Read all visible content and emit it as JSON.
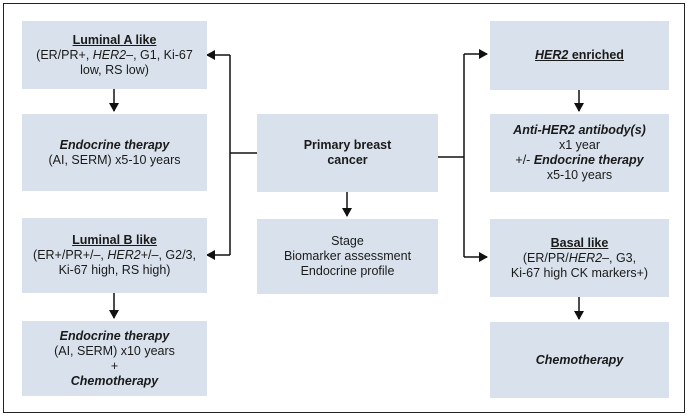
{
  "center": {
    "primary_l1": "Primary breast",
    "primary_l2": "cancer",
    "stage": "Stage",
    "biomarker": "Biomarker assessment",
    "endocrine_profile": "Endocrine profile"
  },
  "luminal_a": {
    "title": "Luminal A like",
    "l2_a": "(ER/PR+, ",
    "l2_her2": "HER2",
    "l2_b": "–, G1, Ki-67",
    "l3": "low, RS low)"
  },
  "luminal_a_tx": {
    "title": "Endocrine therapy",
    "l2": "(AI, SERM) x5-10 years"
  },
  "luminal_b": {
    "title": "Luminal B like",
    "l2_a": "(ER+/PR+/–, ",
    "l2_her2": "HER2",
    "l2_b": "+/–, G2/3,",
    "l3": "Ki-67 high, RS high)"
  },
  "luminal_b_tx": {
    "title": "Endocrine therapy",
    "l2": "(AI, SERM) x10 years",
    "plus": "+",
    "l4": "Chemotherapy"
  },
  "her2": {
    "title_her2": "HER2",
    "title_rest": " enriched"
  },
  "her2_tx": {
    "title": "Anti-HER2 antibody(s)",
    "l2": "x1 year",
    "l3_a": "+/- ",
    "l3_b": "Endocrine therapy",
    "l4": "x5-10 years"
  },
  "basal": {
    "title": "Basal like",
    "l2_a": "(ER/PR/",
    "l2_her2": "HER2",
    "l2_b": "–, G3,",
    "l3": "Ki-67 high CK markers+)"
  },
  "basal_tx": {
    "title": "Chemotherapy"
  },
  "colors": {
    "box_fill": "#d9e2ec",
    "line": "#111111"
  }
}
